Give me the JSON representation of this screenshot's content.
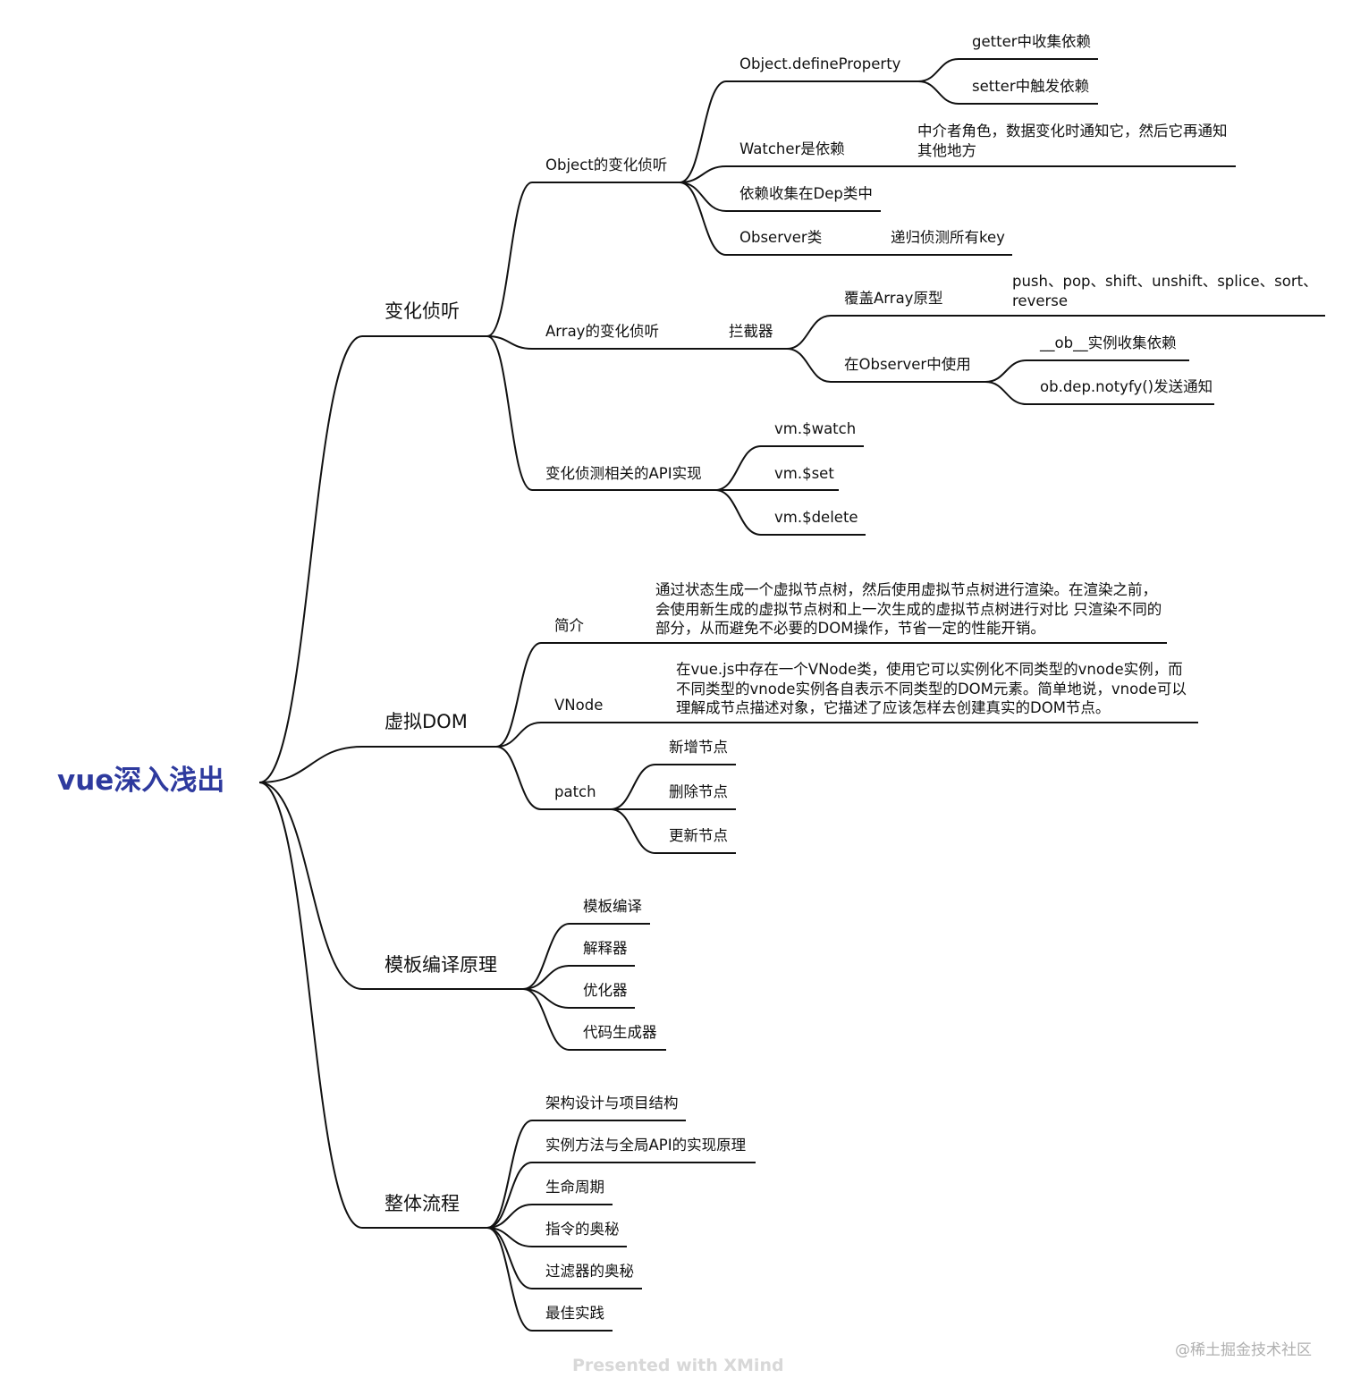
{
  "mindmap": {
    "root": "vue深入浅出",
    "branches": [
      {
        "label": "变化侦听",
        "children": [
          {
            "label": "Object的变化侦听",
            "children": [
              {
                "label": "Object.defineProperty",
                "children": [
                  "getter中收集依赖",
                  "setter中触发依赖"
                ]
              },
              {
                "label": "Watcher是依赖",
                "note": "中介者角色，数据变化时通知它，然后它再通知\n其他地方"
              },
              {
                "label": "依赖收集在Dep类中"
              },
              {
                "label": "Observer类",
                "note": "递归侦测所有key"
              }
            ]
          },
          {
            "label": "Array的变化侦听",
            "sub": "拦截器",
            "children": [
              {
                "label": "覆盖Array原型",
                "note": "push、pop、shift、unshift、splice、sort、\nreverse"
              },
              {
                "label": "在Observer中使用",
                "children": [
                  "__ob__实例收集依赖",
                  "ob.dep.notyfy()发送通知"
                ]
              }
            ]
          },
          {
            "label": "变化侦测相关的API实现",
            "children": [
              "vm.$watch",
              "vm.$set",
              "vm.$delete"
            ]
          }
        ]
      },
      {
        "label": "虚拟DOM",
        "children": [
          {
            "label": "简介",
            "note": "通过状态生成一个虚拟节点树，然后使用虚拟节点树进行渲染。在渲染之前，\n会使用新生成的虚拟节点树和上一次生成的虚拟节点树进行对比 只渲染不同的\n部分，从而避免不必要的DOM操作，节省一定的性能开销。"
          },
          {
            "label": "VNode",
            "note": "在vue.js中存在一个VNode类，使用它可以实例化不同类型的vnode实例，而\n不同类型的vnode实例各自表示不同类型的DOM元素。简单地说，vnode可以\n理解成节点描述对象，它描述了应该怎样去创建真实的DOM节点。"
          },
          {
            "label": "patch",
            "children": [
              "新增节点",
              "删除节点",
              "更新节点"
            ]
          }
        ]
      },
      {
        "label": "模板编译原理",
        "children": [
          "模板编译",
          "解释器",
          "优化器",
          "代码生成器"
        ]
      },
      {
        "label": "整体流程",
        "children": [
          "架构设计与项目结构",
          "实例方法与全局API的实现原理",
          "生命周期",
          "指令的奥秘",
          "过滤器的奥秘",
          "最佳实践"
        ]
      }
    ]
  },
  "footer": "Presented with XMind",
  "watermark": "@稀土掘金技术社区",
  "colors": {
    "root": "#2e3a9e",
    "line": "#111111",
    "footer": "#d8d8d8",
    "watermark": "#b0b0b0"
  }
}
